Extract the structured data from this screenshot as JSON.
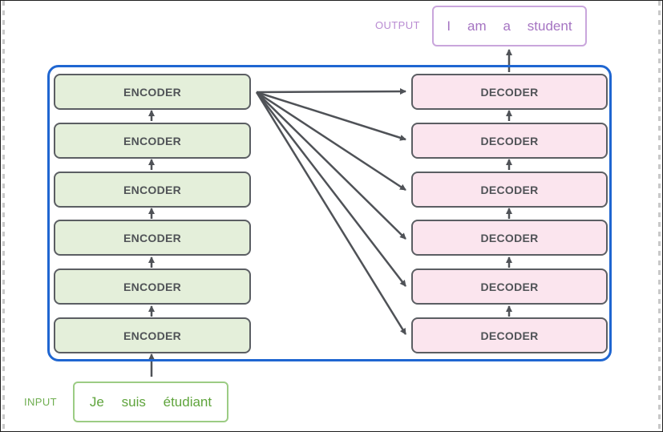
{
  "input": {
    "label": "INPUT",
    "words": [
      "Je",
      "suis",
      "étudiant"
    ]
  },
  "output": {
    "label": "OUTPUT",
    "words": [
      "I",
      "am",
      "a",
      "student"
    ]
  },
  "encoders": [
    "ENCODER",
    "ENCODER",
    "ENCODER",
    "ENCODER",
    "ENCODER",
    "ENCODER"
  ],
  "decoders": [
    "DECODER",
    "DECODER",
    "DECODER",
    "DECODER",
    "DECODER",
    "DECODER"
  ],
  "colors": {
    "encoder_fill": "#e4efda",
    "decoder_fill": "#fbe5ee",
    "stack_frame": "#1f66d1",
    "box_border": "#5b5e63",
    "arrow": "#4f5257",
    "input_text": "#5fa43c",
    "output_text": "#a574c2"
  }
}
